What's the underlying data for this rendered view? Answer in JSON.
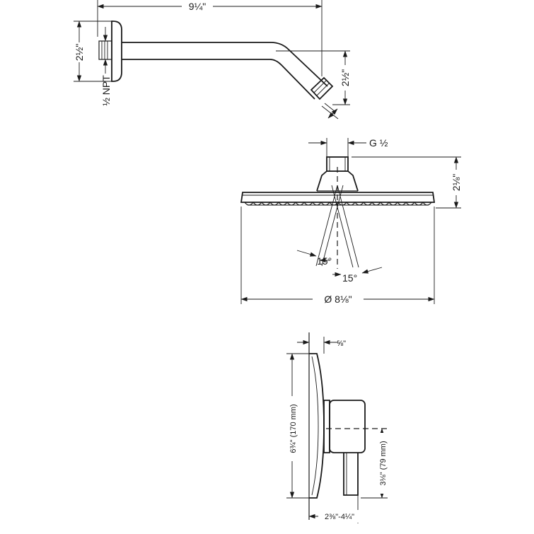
{
  "shower_arm": {
    "length_label": "9¼\"",
    "flange_height_label": "2½\"",
    "drop_label": "2½\"",
    "thread_label": "½ NPT"
  },
  "shower_head": {
    "connection_label": "G ½",
    "height_label": "2⅛\"",
    "angle_left_label": "15°",
    "angle_right_label": "15°",
    "diameter_label": "Ø 8⅛\""
  },
  "trim": {
    "depth_label": "⅝\"",
    "height_label": "6¾\" (170 mm)",
    "center_label": "3⅛\" (79 mm)",
    "projection_label": "2⅜\"-4¼\""
  }
}
